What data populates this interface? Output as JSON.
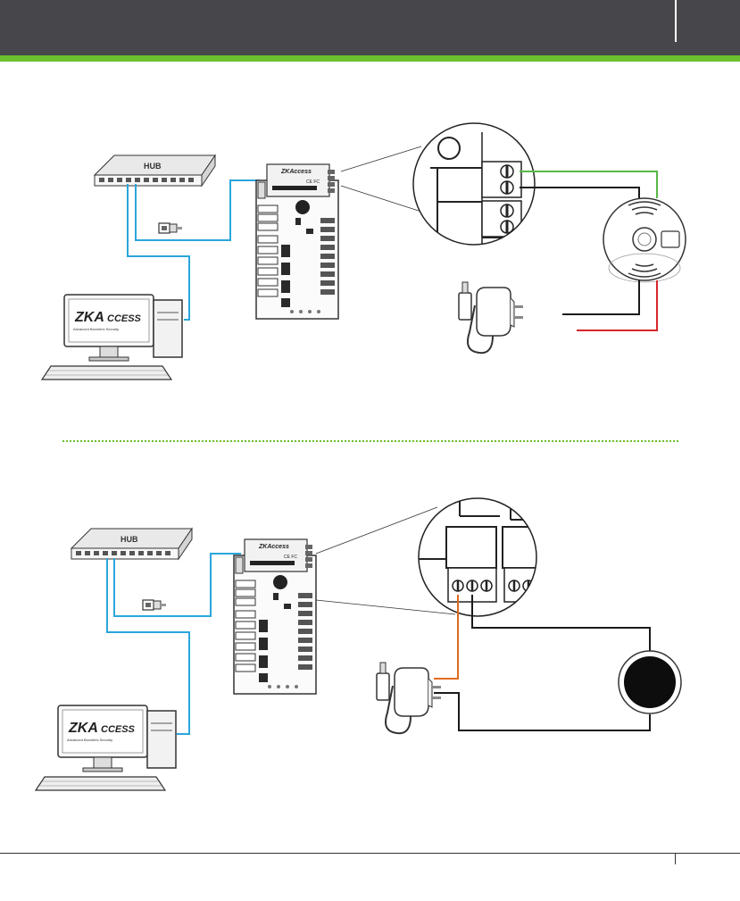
{
  "hub_label": "HUB",
  "panel_brand": "ZKAccess",
  "panel_cert": "CE FC",
  "logo": {
    "prefix": "ZKA",
    "suffix": "CCESS",
    "tagline": "Advanced Biometric Security"
  },
  "colors": {
    "network_cable": "#2aa6dc",
    "green_wire": "#57b947",
    "red_wire": "#d7262b",
    "orange_wire": "#e06a1e",
    "black_wire": "#1a1a1a",
    "accent": "#6cbf2f",
    "header": "#47464a"
  },
  "devices": {
    "diagram_1": [
      "network-hub",
      "network-plug",
      "computer",
      "access-control-panel",
      "terminal-zoom",
      "power-adapter",
      "smoke-detector"
    ],
    "diagram_2": [
      "network-hub",
      "network-plug",
      "computer",
      "access-control-panel",
      "terminal-zoom",
      "power-adapter",
      "exit-button"
    ]
  }
}
